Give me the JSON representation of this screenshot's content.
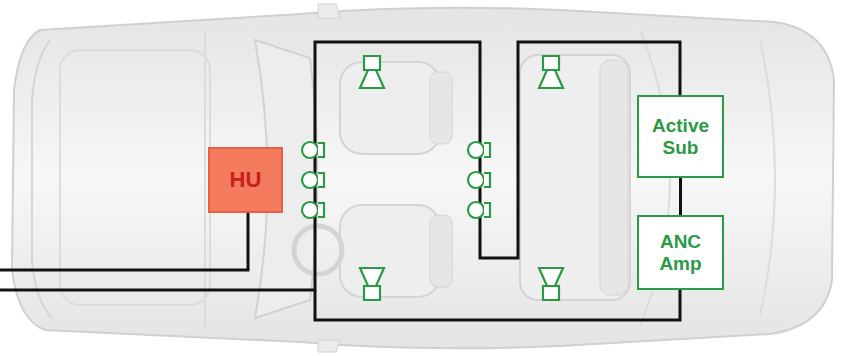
{
  "diagram": {
    "nodes": [
      {
        "text": [
          "HU"
        ]
      },
      {
        "text": [
          "Active Sub"
        ]
      },
      {
        "text": [
          "ANC Amp"
        ]
      }
    ],
    "edges": [
      {
        "from": 1,
        "to": 2,
        "arrow": "none"
      }
    ]
  }
}
